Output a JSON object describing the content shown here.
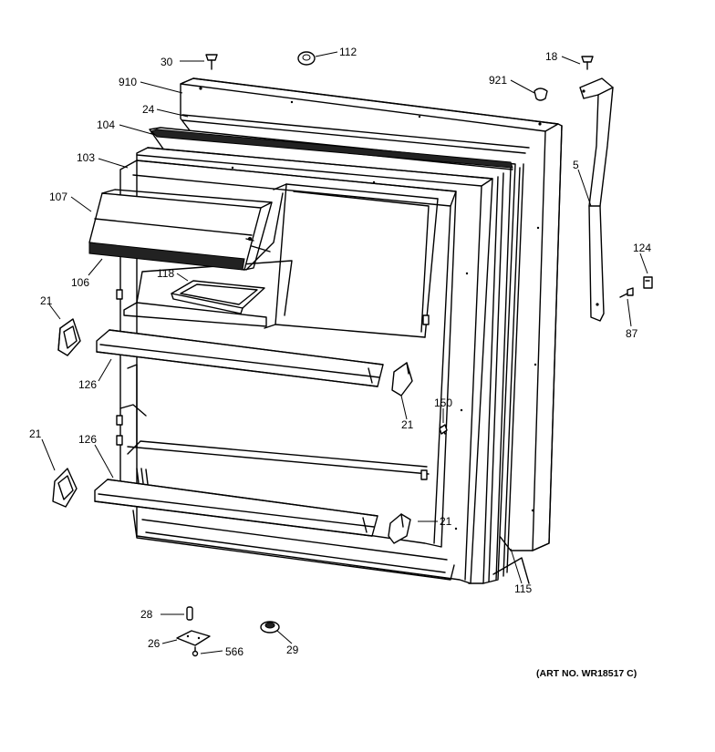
{
  "callouts": [
    {
      "id": "c30",
      "text": "30"
    },
    {
      "id": "c112",
      "text": "112"
    },
    {
      "id": "c18",
      "text": "18"
    },
    {
      "id": "c910",
      "text": "910"
    },
    {
      "id": "c921",
      "text": "921"
    },
    {
      "id": "c24",
      "text": "24"
    },
    {
      "id": "c104",
      "text": "104"
    },
    {
      "id": "c103",
      "text": "103"
    },
    {
      "id": "c5",
      "text": "5"
    },
    {
      "id": "c107",
      "text": "107"
    },
    {
      "id": "c124",
      "text": "124"
    },
    {
      "id": "c106",
      "text": "106"
    },
    {
      "id": "c118",
      "text": "118"
    },
    {
      "id": "c87",
      "text": "87"
    },
    {
      "id": "c21a",
      "text": "21"
    },
    {
      "id": "c126a",
      "text": "126"
    },
    {
      "id": "c150",
      "text": "150"
    },
    {
      "id": "c21b",
      "text": "21"
    },
    {
      "id": "c21c",
      "text": "21"
    },
    {
      "id": "c126b",
      "text": "126"
    },
    {
      "id": "c21d",
      "text": "21"
    },
    {
      "id": "c115",
      "text": "115"
    },
    {
      "id": "c28",
      "text": "28"
    },
    {
      "id": "c26",
      "text": "26"
    },
    {
      "id": "c566",
      "text": "566"
    },
    {
      "id": "c29",
      "text": "29"
    }
  ],
  "art_number": "(ART NO. WR18517 C)"
}
